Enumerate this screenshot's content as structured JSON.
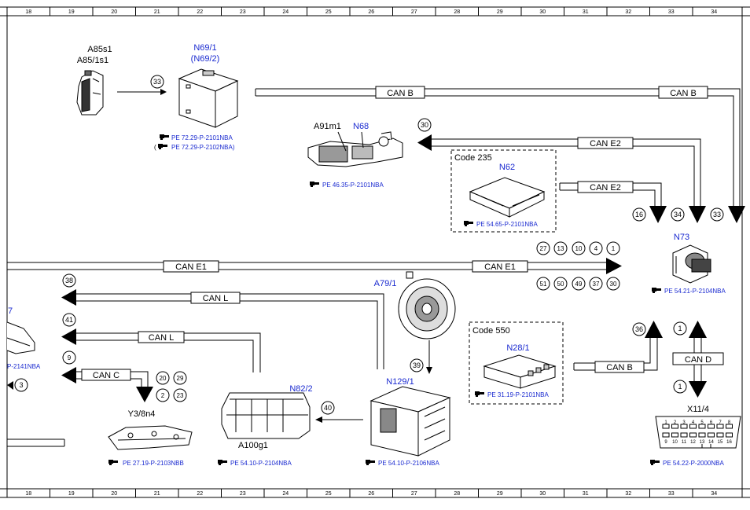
{
  "columns": [
    "18",
    "19",
    "20",
    "21",
    "22",
    "23",
    "24",
    "25",
    "26",
    "27",
    "28",
    "29",
    "30",
    "31",
    "32",
    "33",
    "34"
  ],
  "components": {
    "a85s1": {
      "line1": "A85s1",
      "line2": "A85/1s1"
    },
    "n69": {
      "line1": "N69/1",
      "line2": "(N69/2)",
      "ref1": "PE 72.29-P-2101NBA",
      "ref2": "PE 72.29-P-2102NBA)",
      "ref2_open": "("
    },
    "a91m1": {
      "label": "A91m1",
      "label2": "N68",
      "ref": "PE 46.35-P-2101NBA"
    },
    "n62": {
      "code": "Code 235",
      "label": "N62",
      "ref": "PE 54.65-P-2101NBA"
    },
    "n73": {
      "label": "N73",
      "ref": "PE 54.21-P-2104NBA"
    },
    "a79": {
      "label": "A79/1"
    },
    "n129": {
      "label": "N129/1",
      "ref": "PE 54.10-P-2106NBA"
    },
    "n28": {
      "code": "Code 550",
      "label": "N28/1",
      "ref": "PE 31.19-P-2101NBA"
    },
    "x11": {
      "label": "X11/4",
      "ref": "PE 54.22-P-2000NBA",
      "pins_top": [
        "1",
        "2",
        "3",
        "4",
        "5",
        "6",
        "7",
        "8"
      ],
      "pins_bottom": [
        "9",
        "10",
        "11",
        "12",
        "13",
        "14",
        "15",
        "16"
      ]
    },
    "n82": {
      "label": "N82/2",
      "label2": "A100g1",
      "ref": "PE 54.10-P-2104NBA"
    },
    "y3": {
      "label": "Y3/8n4",
      "ref": "PE 27.19-P-2103NBB"
    },
    "left_cut": {
      "label": "7",
      "ref": "P-2141NBA"
    }
  },
  "bus_labels": {
    "can_b_1": "CAN B",
    "can_b_2": "CAN B",
    "can_e2_1": "CAN E2",
    "can_e2_2": "CAN E2",
    "can_e1_1": "CAN E1",
    "can_e1_2": "CAN E1",
    "can_l_1": "CAN L",
    "can_l_2": "CAN L",
    "can_c": "CAN C",
    "can_b_3": "CAN B",
    "can_d": "CAN D"
  },
  "circles": {
    "c33a": "33",
    "c30": "30",
    "c16": "16",
    "c34": "34",
    "c33b": "33",
    "c27": "27",
    "c13": "13",
    "c10": "10",
    "c4": "4",
    "c1a": "1",
    "c51": "51",
    "c50": "50",
    "c49": "49",
    "c37": "37",
    "c30b": "30",
    "c38": "38",
    "c41": "41",
    "c9": "9",
    "c20": "20",
    "c29": "29",
    "c2": "2",
    "c23": "23",
    "c3": "3",
    "c39": "39",
    "c40": "40",
    "c36": "36",
    "c1b": "1",
    "c1c": "1"
  },
  "colors": {
    "blue": "#1a2ad0",
    "ink": "#000000"
  }
}
